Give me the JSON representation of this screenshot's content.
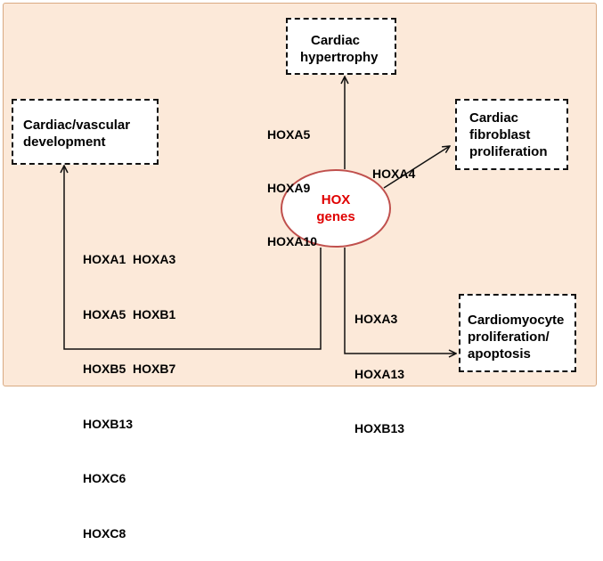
{
  "center": {
    "lines": [
      "HOX",
      "genes"
    ],
    "text_color": "#e00000",
    "border_color": "#c0504d"
  },
  "targets": {
    "hypertrophy": {
      "lines": [
        "Cardiac",
        "hypertrophy"
      ]
    },
    "vascular": {
      "lines": [
        "Cardiac/vascular",
        "development"
      ]
    },
    "fibroblast": {
      "lines": [
        "Cardiac",
        "fibroblast",
        "proliferation"
      ]
    },
    "cardiomyocyte": {
      "lines": [
        "Cardiomyocyte",
        "proliferation/",
        "apoptosis"
      ]
    }
  },
  "gene_groups": {
    "hypertrophy": [
      "HOXA5",
      "HOXA9",
      "HOXA10"
    ],
    "fibroblast": [
      "HOXA4"
    ],
    "vascular": [
      "HOXA1  HOXA3",
      "HOXA5  HOXB1",
      "HOXB5  HOXB7",
      "HOXB13",
      "HOXC6",
      "HOXC8"
    ],
    "cardiomyocyte": [
      "HOXA3",
      "HOXA13",
      "HOXB13"
    ]
  },
  "colors": {
    "background": "#fce9d9",
    "border": "#d9aa82",
    "arrows": "#111111"
  }
}
